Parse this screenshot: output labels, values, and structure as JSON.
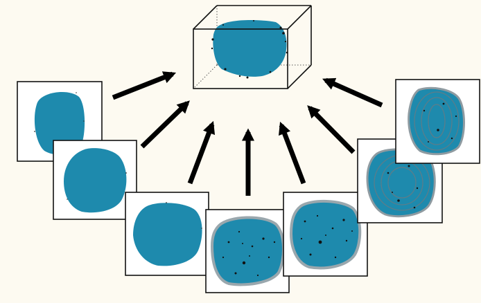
{
  "diagram": {
    "background": "#fdfaf1",
    "blob_color": "#1e8aad",
    "frame_color": "#111111",
    "arrow_color": "#000000",
    "volume": {
      "icon": "3d-cube-volume-icon"
    },
    "slices": [
      {
        "id": 1,
        "icon": "slice-icon",
        "texture": "smooth"
      },
      {
        "id": 2,
        "icon": "slice-icon",
        "texture": "smooth"
      },
      {
        "id": 3,
        "icon": "slice-icon",
        "texture": "smooth"
      },
      {
        "id": 4,
        "icon": "slice-icon",
        "texture": "speckled"
      },
      {
        "id": 5,
        "icon": "slice-icon",
        "texture": "speckled"
      },
      {
        "id": 6,
        "icon": "slice-icon",
        "texture": "ringed"
      },
      {
        "id": 7,
        "icon": "slice-icon",
        "texture": "ringed"
      }
    ]
  }
}
